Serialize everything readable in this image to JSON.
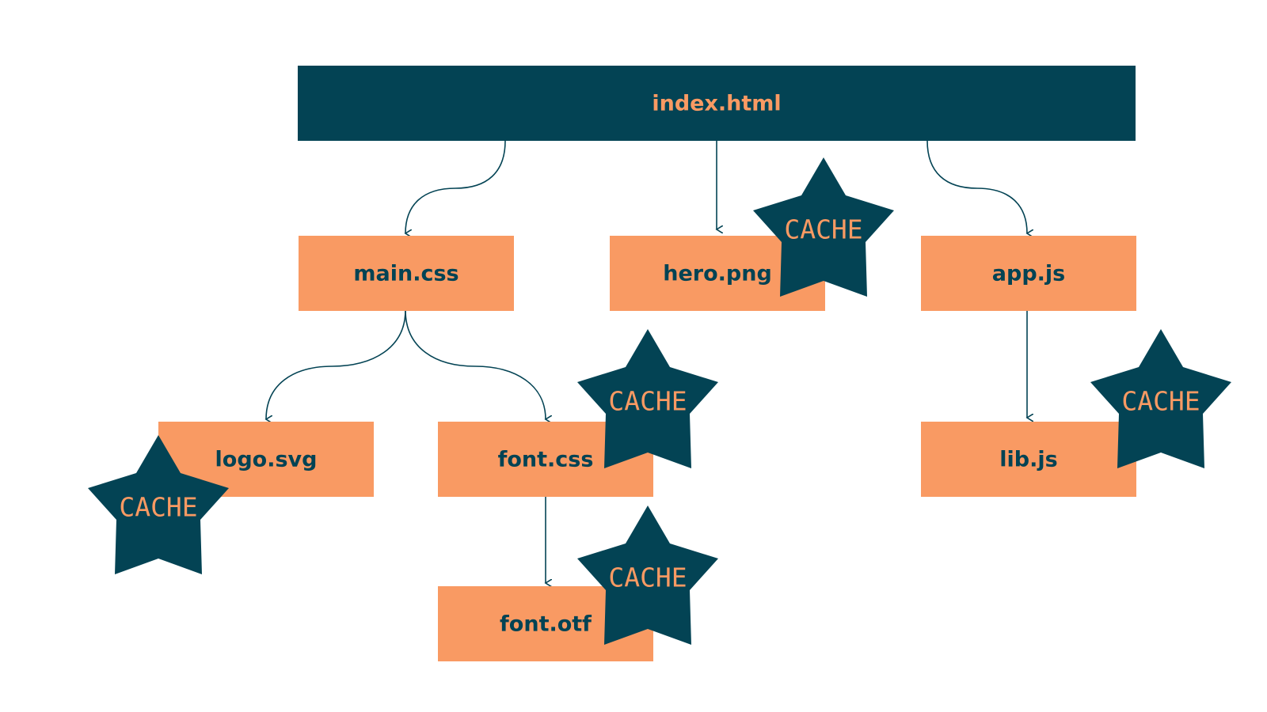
{
  "colors": {
    "dark": "#034354",
    "accent": "#F99A63",
    "background": "#FFFFFF"
  },
  "nodes": {
    "index": {
      "label": "index.html",
      "style": "dark"
    },
    "main_css": {
      "label": "main.css",
      "style": "accent"
    },
    "hero_png": {
      "label": "hero.png",
      "style": "accent"
    },
    "app_js": {
      "label": "app.js",
      "style": "accent"
    },
    "logo_svg": {
      "label": "logo.svg",
      "style": "accent"
    },
    "font_css": {
      "label": "font.css",
      "style": "accent"
    },
    "lib_js": {
      "label": "lib.js",
      "style": "accent"
    },
    "font_otf": {
      "label": "font.otf",
      "style": "accent"
    }
  },
  "edges": [
    {
      "from": "index.html",
      "to": "main.css"
    },
    {
      "from": "index.html",
      "to": "hero.png"
    },
    {
      "from": "index.html",
      "to": "app.js"
    },
    {
      "from": "main.css",
      "to": "logo.svg"
    },
    {
      "from": "main.css",
      "to": "font.css"
    },
    {
      "from": "app.js",
      "to": "lib.js"
    },
    {
      "from": "font.css",
      "to": "font.otf"
    }
  ],
  "cache_badges": {
    "label": "CACHE",
    "attached_to": [
      "hero.png",
      "font.css",
      "logo.svg",
      "lib.js",
      "font.otf"
    ]
  }
}
